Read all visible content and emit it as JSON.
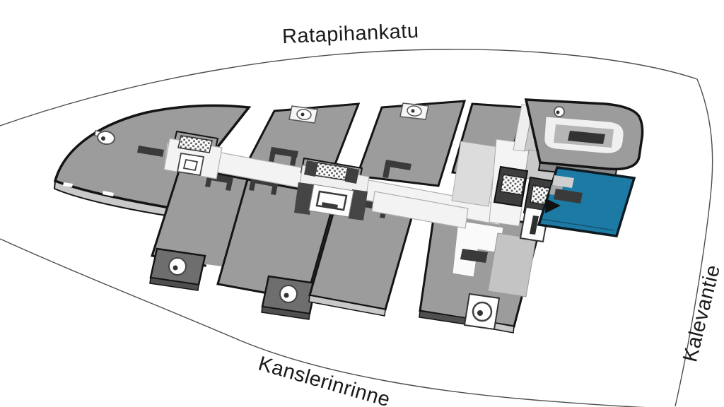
{
  "streets": {
    "top": "Ratapihankatu",
    "bottom": "Kanslerinrinne",
    "right": "Kalevantie"
  },
  "colors": {
    "highlight": "#1d7aa5",
    "building": "#9c9c9c",
    "corridor": "#f3f3f3",
    "outline": "#141414",
    "road_line": "#4d4d4d",
    "tip_block": "#6e6e6e",
    "dark_marker": "#3a3a3a",
    "background": "#ffffff"
  },
  "icons": {
    "spiral_staircase": "spiral-staircase-icon",
    "circular_stair": "circular-stair-icon",
    "stairs_hatch": "stairs-hatch-icon",
    "elevator": "elevator-icon",
    "direction_arrow": "direction-arrow-icon"
  }
}
